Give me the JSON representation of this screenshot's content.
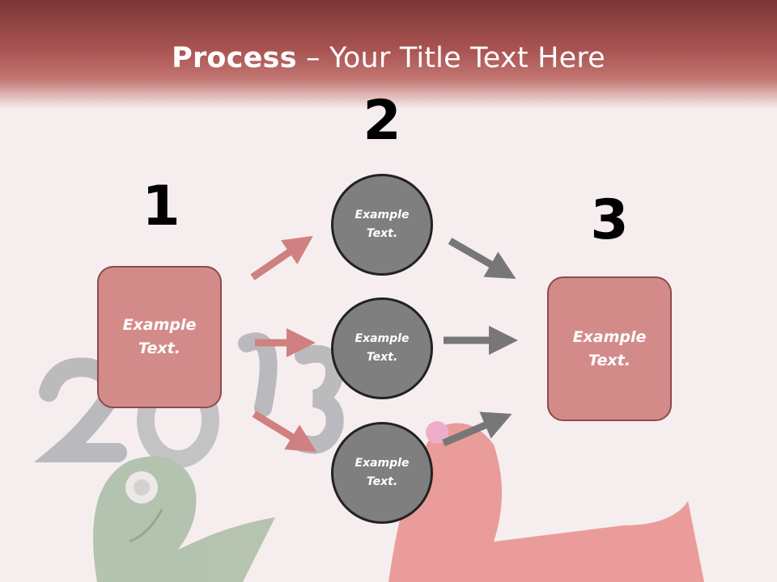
{
  "title": {
    "bold": "Process",
    "rest": " – Your Title Text Here"
  },
  "numbers": {
    "one": "1",
    "two": "2",
    "three": "3"
  },
  "step1": {
    "text": "Example\nText."
  },
  "step2": [
    {
      "text": "Example\nText."
    },
    {
      "text": "Example\nText."
    },
    {
      "text": "Example\nText."
    }
  ],
  "step3": {
    "text": "Example\nText."
  },
  "colors": {
    "header_dark": "#7c3535",
    "box_fill": "#d38b89",
    "box_border": "#8d4b4c",
    "circle_fill": "#7f7f7f",
    "arrow_pink": "#d08080",
    "arrow_gray": "#777777"
  }
}
